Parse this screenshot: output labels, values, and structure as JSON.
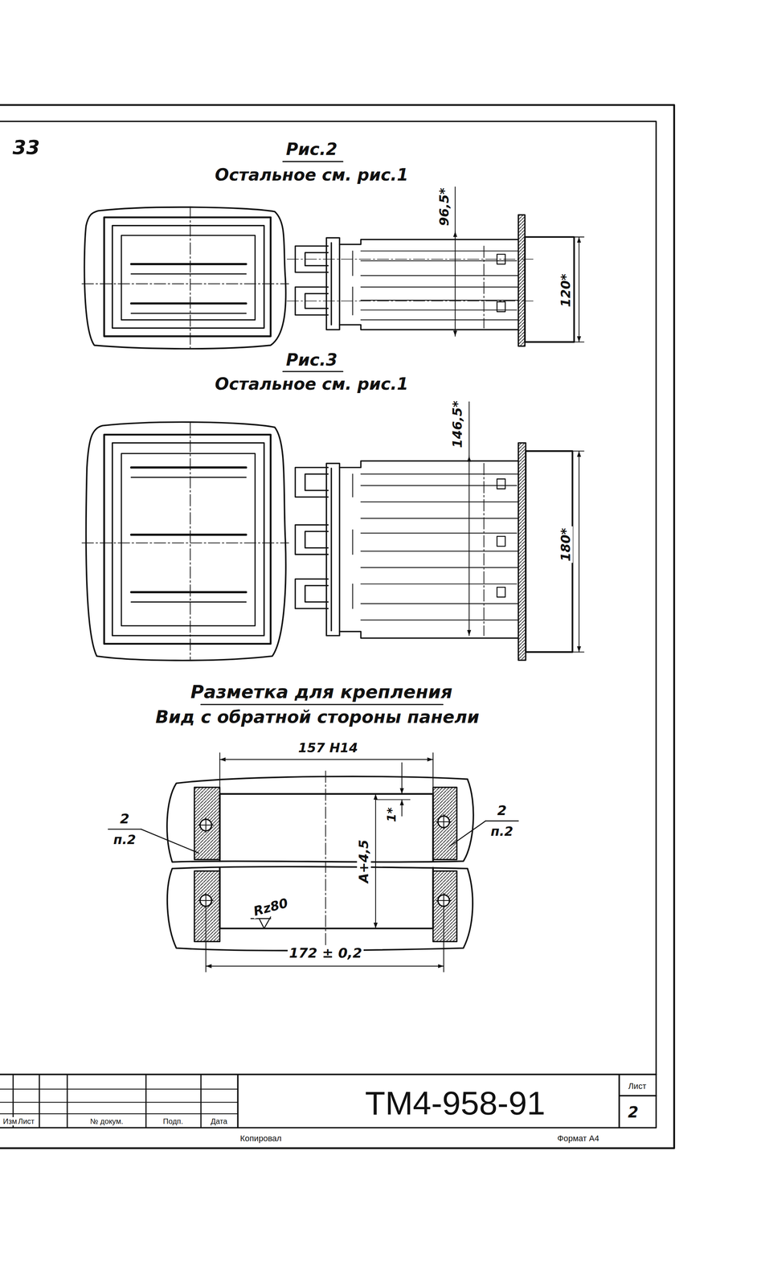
{
  "diagram": {
    "labels": [
      "33",
      "Рис.2",
      "Остальное см. рис.1",
      "96,5*",
      "120*",
      "Рис.3",
      "Остальное см. рис.1",
      "146,5*",
      "180*",
      "Разметка для крепления",
      "Вид с обратной стороны панели",
      "157 H14",
      "2",
      "п.2",
      "2",
      "п.2",
      "1*",
      "A+4,5",
      "Rz80",
      "172 ± 0,2",
      "Изм.",
      "Лист",
      "№ докум.",
      "Подп.",
      "Дата",
      "ТМ4-958-91",
      "Лист",
      "2",
      "Копировал",
      "Формат А4"
    ]
  }
}
